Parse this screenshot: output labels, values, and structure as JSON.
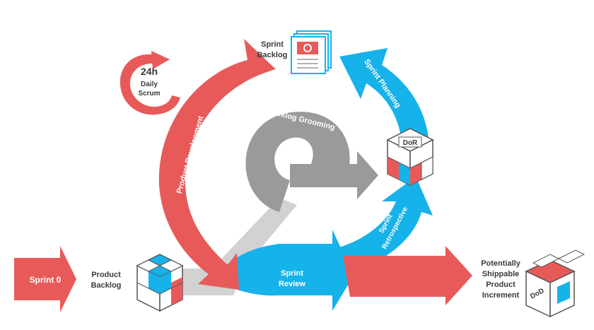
{
  "labels": {
    "sprint0": "Sprint 0",
    "product_backlog_line1": "Product",
    "product_backlog_line2": "Backlog",
    "daily_time": "24h",
    "daily_line1": "Daily",
    "daily_line2": "Scrum",
    "product_development": "Product Development",
    "backlog_grooming": "Backlog Grooming",
    "sprint_backlog_line1": "Sprint",
    "sprint_backlog_line2": "Backlog",
    "sprint_planning": "Sprint Planning",
    "dor": "DoR",
    "sprint_retrospective_line1": "Sprint",
    "sprint_retrospective_line2": "Retrospective",
    "sprint_review_line1": "Sprint",
    "sprint_review_line2": "Review",
    "increment_line1": "Potentially",
    "increment_line2": "Shippable",
    "increment_line3": "Product",
    "increment_line4": "Increment",
    "dod": "DoD"
  },
  "colors": {
    "red": "#e85a5a",
    "red_dark": "#c23b3b",
    "blue": "#16b2ea",
    "blue_dark": "#0d7fb0",
    "gray": "#9a9a9a",
    "gray_light": "#cfcfcf",
    "text_dark": "#3a3a3a"
  }
}
